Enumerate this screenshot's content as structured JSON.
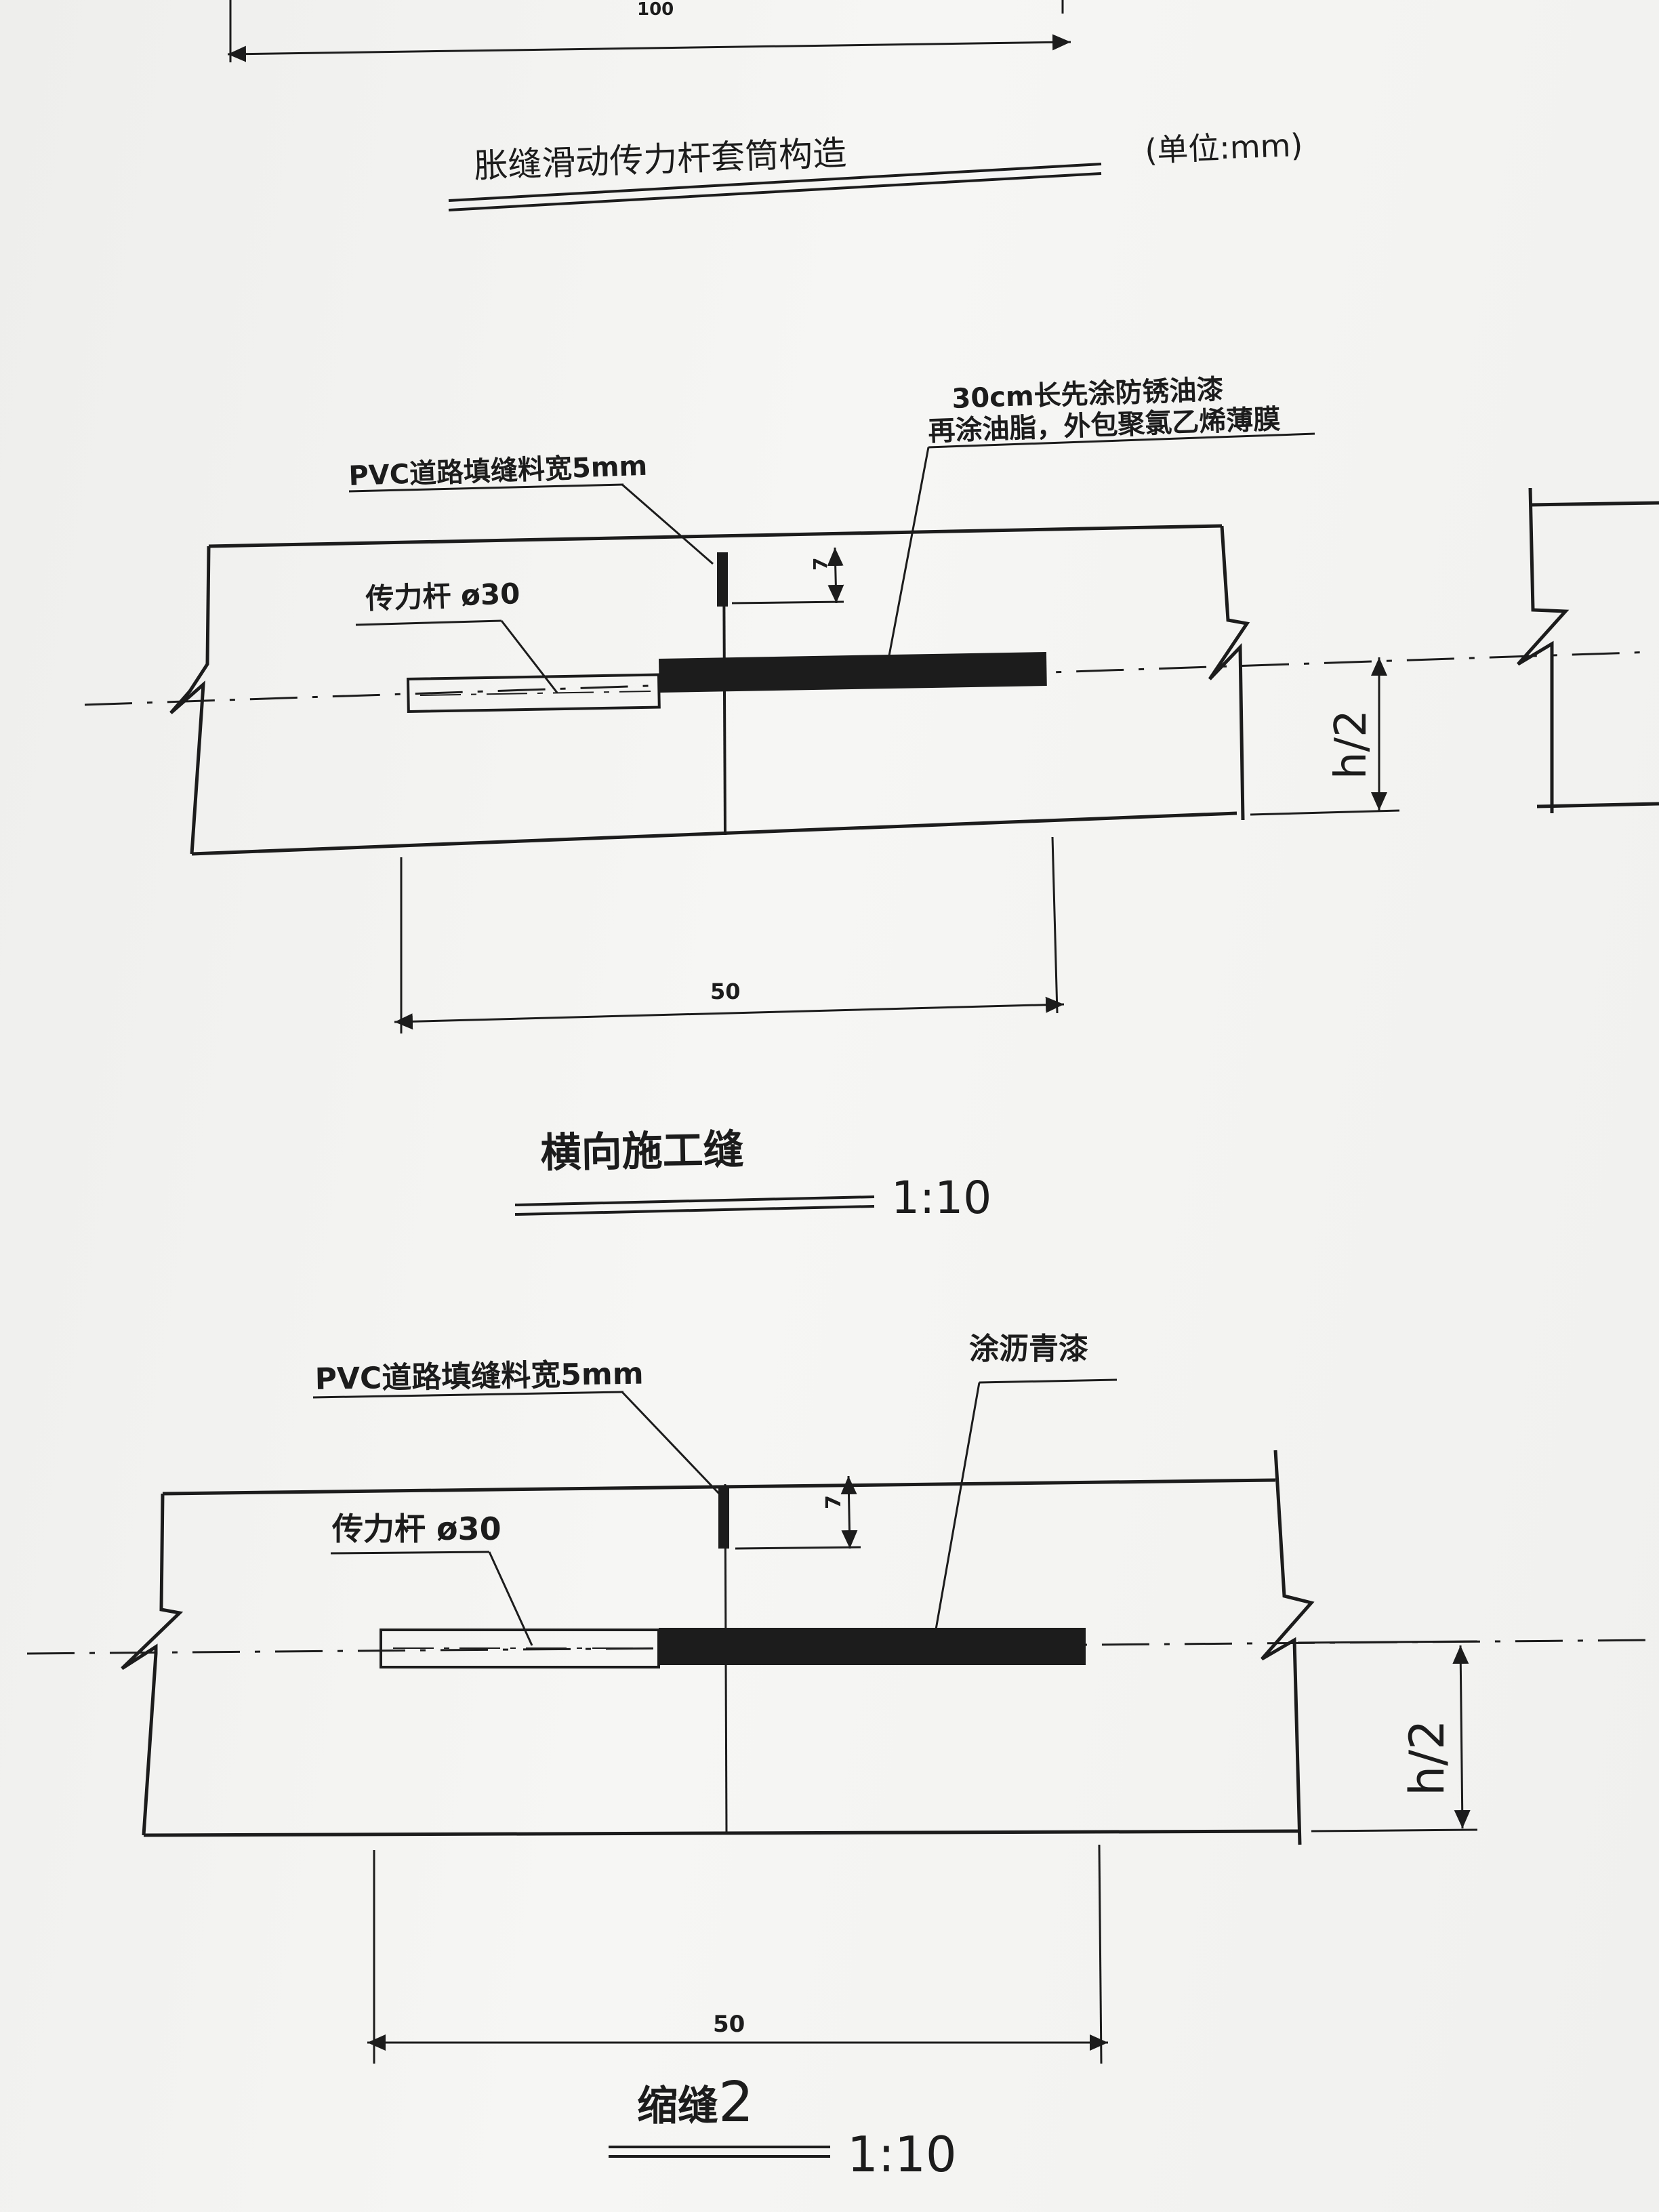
{
  "top_dimension": "100",
  "sleeve_detail": {
    "title": "胀缝滑动传力杆套筒构造",
    "unit": "(单位:mm)"
  },
  "construction_joint": {
    "title": "横向施工缝",
    "scale": "1:10",
    "filler_label": "PVC道路填缝料宽5mm",
    "bar_label": "传力杆 ø30",
    "coating_line1": "30cm长先涂防锈油漆",
    "coating_line2": "再涂油脂，外包聚氯乙烯薄膜",
    "depth_dim": "7",
    "half_height": "h/2",
    "length_dim": "50"
  },
  "shrinkage_joint": {
    "title": "缩缝",
    "title_number": "2",
    "scale": "1:10",
    "filler_label": "PVC道路填缝料宽5mm",
    "bar_label": "传力杆 ø30",
    "coating_label": "涂沥青漆",
    "depth_dim": "7",
    "half_height": "h/2",
    "length_dim": "50"
  },
  "colors": {
    "ink": "#1c1c1c",
    "paper": "#f3f3f1"
  }
}
